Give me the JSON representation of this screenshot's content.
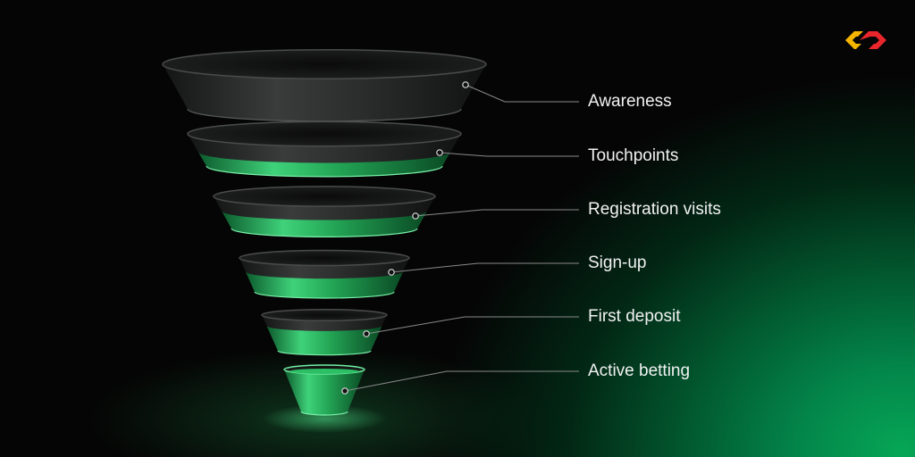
{
  "funnel": {
    "stages": [
      {
        "label": "Awareness"
      },
      {
        "label": "Touchpoints"
      },
      {
        "label": "Registration visits"
      },
      {
        "label": "Sign-up"
      },
      {
        "label": "First deposit"
      },
      {
        "label": "Active betting"
      }
    ]
  },
  "colors": {
    "background": "#050505",
    "glow_green": "#06a656",
    "ring_dark": "#2a2c2b",
    "ring_green": "#27b85e",
    "label_text": "#f2f2f2",
    "leader_line": "#8a8a8a",
    "logo_red": "#e8262c",
    "logo_yellow": "#f5b400"
  },
  "logo": {
    "icon": "brand-logo-icon"
  }
}
